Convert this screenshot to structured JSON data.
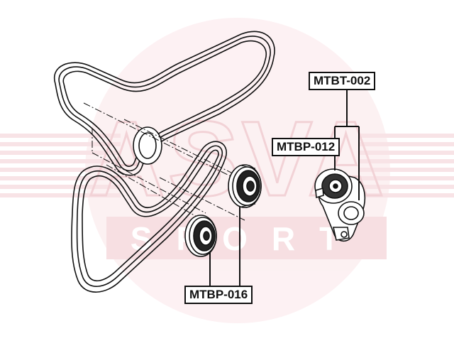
{
  "watermark": {
    "brand": "ASVA",
    "sub": "SPORT",
    "color": "#f2c6cc"
  },
  "callouts": {
    "mtbt_002": "MTBT-002",
    "mtbp_012": "MTBP-012",
    "mtbp_016": "MTBP-016"
  },
  "colors": {
    "ink": "#111111",
    "watermark": "#f2c6cc"
  }
}
